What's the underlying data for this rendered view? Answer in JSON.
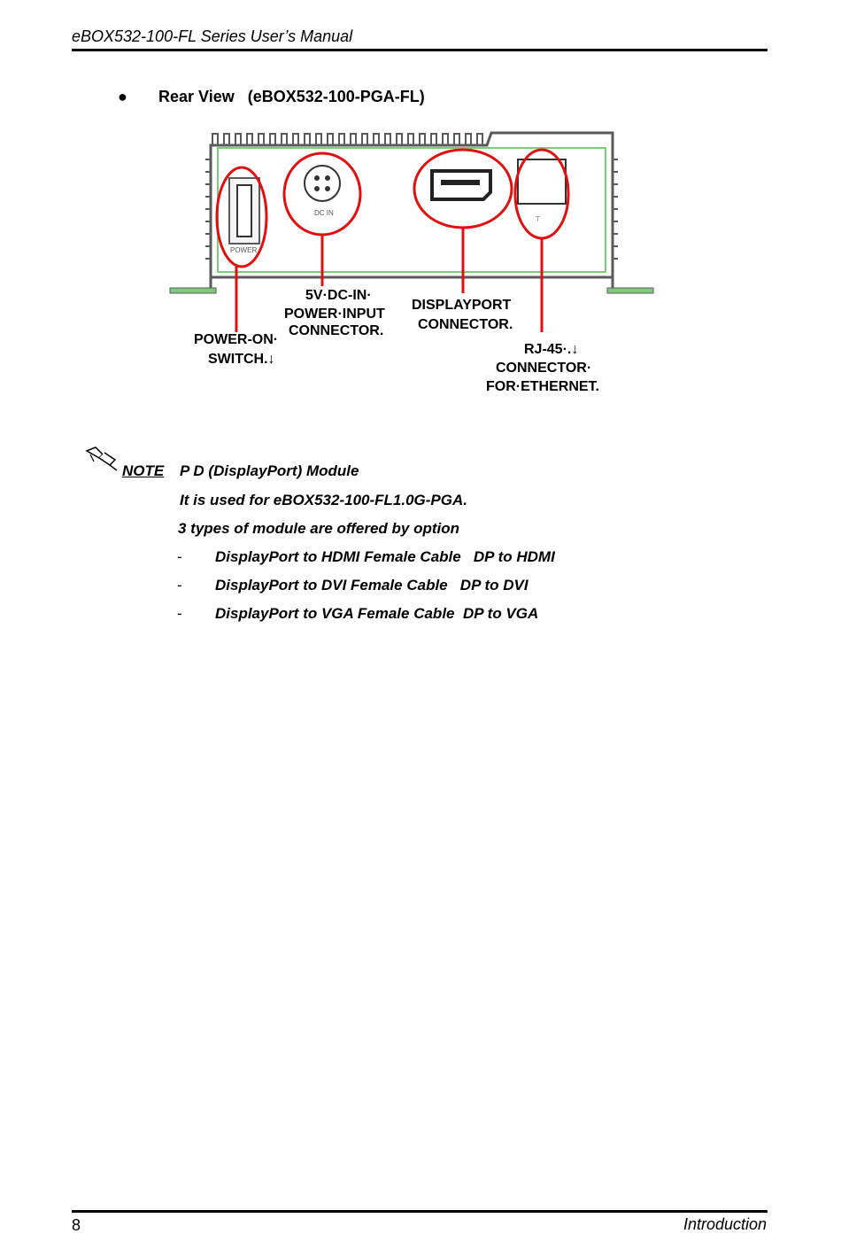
{
  "header": {
    "title": "eBOX532-100-FL Series User’s Manual"
  },
  "section": {
    "bullet": "●",
    "title": "Rear View   (eBOX532-100-PGA-FL)"
  },
  "diagram": {
    "power_switch_marking": "POWER",
    "dc_in_marking": "DC IN",
    "labels": {
      "power_switch": [
        "POWER-ON·",
        "SWITCH.↓"
      ],
      "dc_in": [
        "5V·DC-IN·",
        "POWER·INPUT",
        "CONNECTOR."
      ],
      "displayport": [
        "DISPLAYPORT",
        "CONNECTOR."
      ],
      "rj45": [
        "RJ-45·.↓",
        "CONNECTOR·",
        "FOR·ETHERNET."
      ]
    },
    "colors": {
      "highlight": "#e01010",
      "chassis": "#5a5a5a",
      "chassis_inner": "#7fc97f"
    }
  },
  "note": {
    "label": "NOTE",
    "heading": "P D (DisplayPort) Module",
    "line1": "It is used for eBOX532-100-FL1.0G-PGA.",
    "line2": "3 types of module are offered by option",
    "items": [
      {
        "dash": "-",
        "text": "DisplayPort to HDMI Female Cable   DP to HDMI"
      },
      {
        "dash": "-",
        "text": "DisplayPort to DVI Female Cable   DP to DVI"
      },
      {
        "dash": "-",
        "text": "DisplayPort to VGA Female Cable  DP to VGA"
      }
    ]
  },
  "footer": {
    "page_number": "8",
    "section": "Introduction"
  }
}
